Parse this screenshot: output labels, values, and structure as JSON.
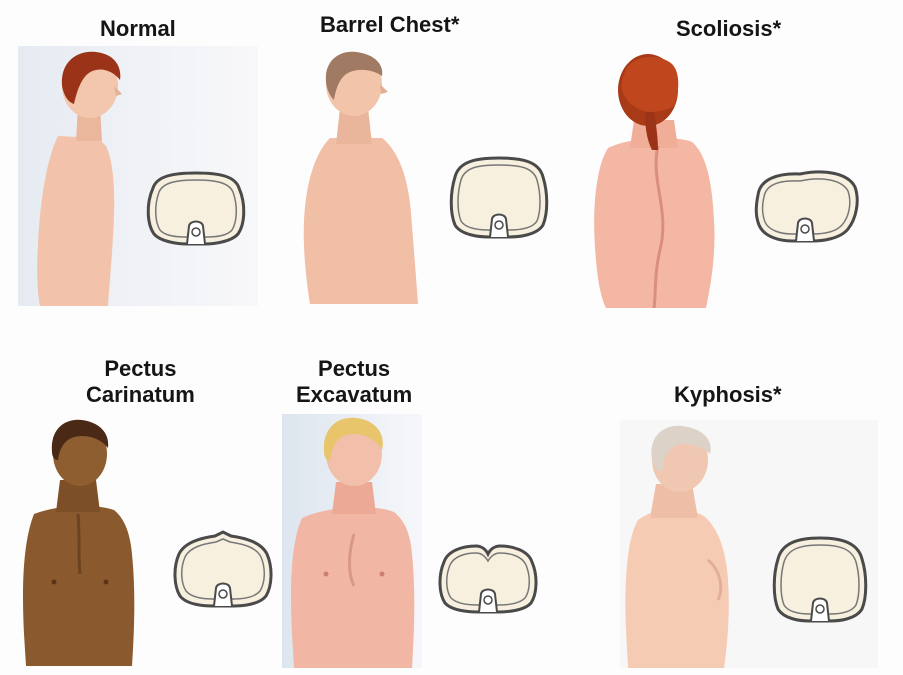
{
  "figure": {
    "conditions": [
      {
        "id": "normal",
        "label_lines": [
          "Normal"
        ]
      },
      {
        "id": "barrel",
        "label_lines": [
          "Barrel Chest*"
        ]
      },
      {
        "id": "scoliosis",
        "label_lines": [
          "Scoliosis*"
        ]
      },
      {
        "id": "carinatum",
        "label_lines": [
          "Pectus",
          "Carinatum"
        ]
      },
      {
        "id": "excavatum",
        "label_lines": [
          "Pectus",
          "Excavatum"
        ]
      },
      {
        "id": "kyphosis",
        "label_lines": [
          "Kyphosis*"
        ]
      }
    ],
    "colors": {
      "skin_light": "#f2c3aa",
      "skin_pink": "#f4b7a4",
      "skin_dark": "#8a5a2e",
      "hair_red": "#9a3318",
      "hair_brown": "#a07a62",
      "hair_blond": "#e8c46a",
      "hair_gray": "#ddd2c8",
      "cross_section_fill": "#f7f0df",
      "cross_section_stroke": "#4a4a4a"
    }
  }
}
